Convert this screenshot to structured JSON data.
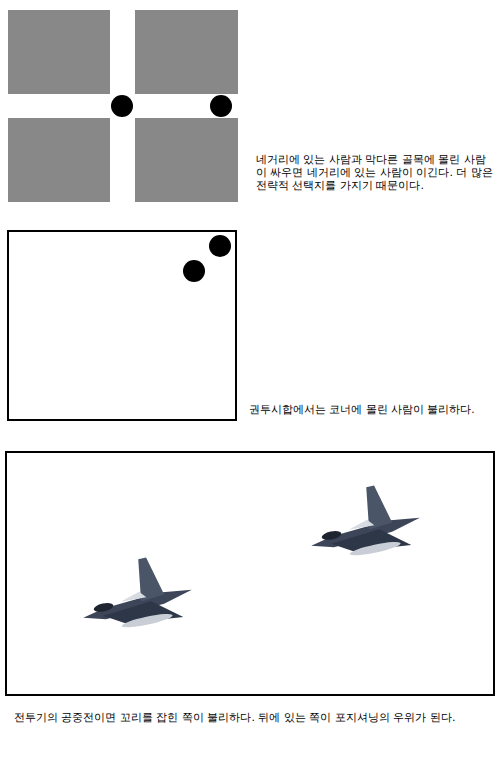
{
  "diagram": {
    "labels": [
      "네거리에 있는 사람과 막다른 골목에 몰린 사람이 싸우면 네거리에 있는 사람이 이긴다. 더 많은 전략적 선택지를 가지기 때문이다.",
      "권투시합에서는 코너에 몰린 사람이 불리하다.",
      "전투기의 공중전이면 꼬리를 잡힌 쪽이 불리하다. 뒤에 있는 쪽이 포지셔닝의 우위가 된다."
    ]
  }
}
